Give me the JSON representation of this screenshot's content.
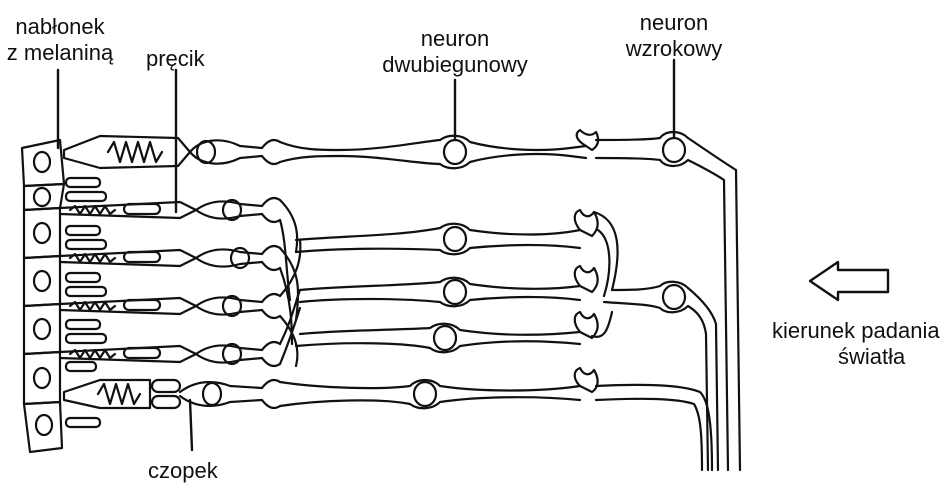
{
  "labels": {
    "epithelium_line1": "nabłonek",
    "epithelium_line2": "z melaniną",
    "rod": "pręcik",
    "bipolar_line1": "neuron",
    "bipolar_line2": "dwubiegunowy",
    "optic_line1": "neuron",
    "optic_line2": "wzrokowy",
    "direction_line1": "kierunek padania",
    "direction_line2": "światła",
    "cone": "czopek"
  },
  "colors": {
    "ink": "#111111",
    "background": "#ffffff"
  }
}
